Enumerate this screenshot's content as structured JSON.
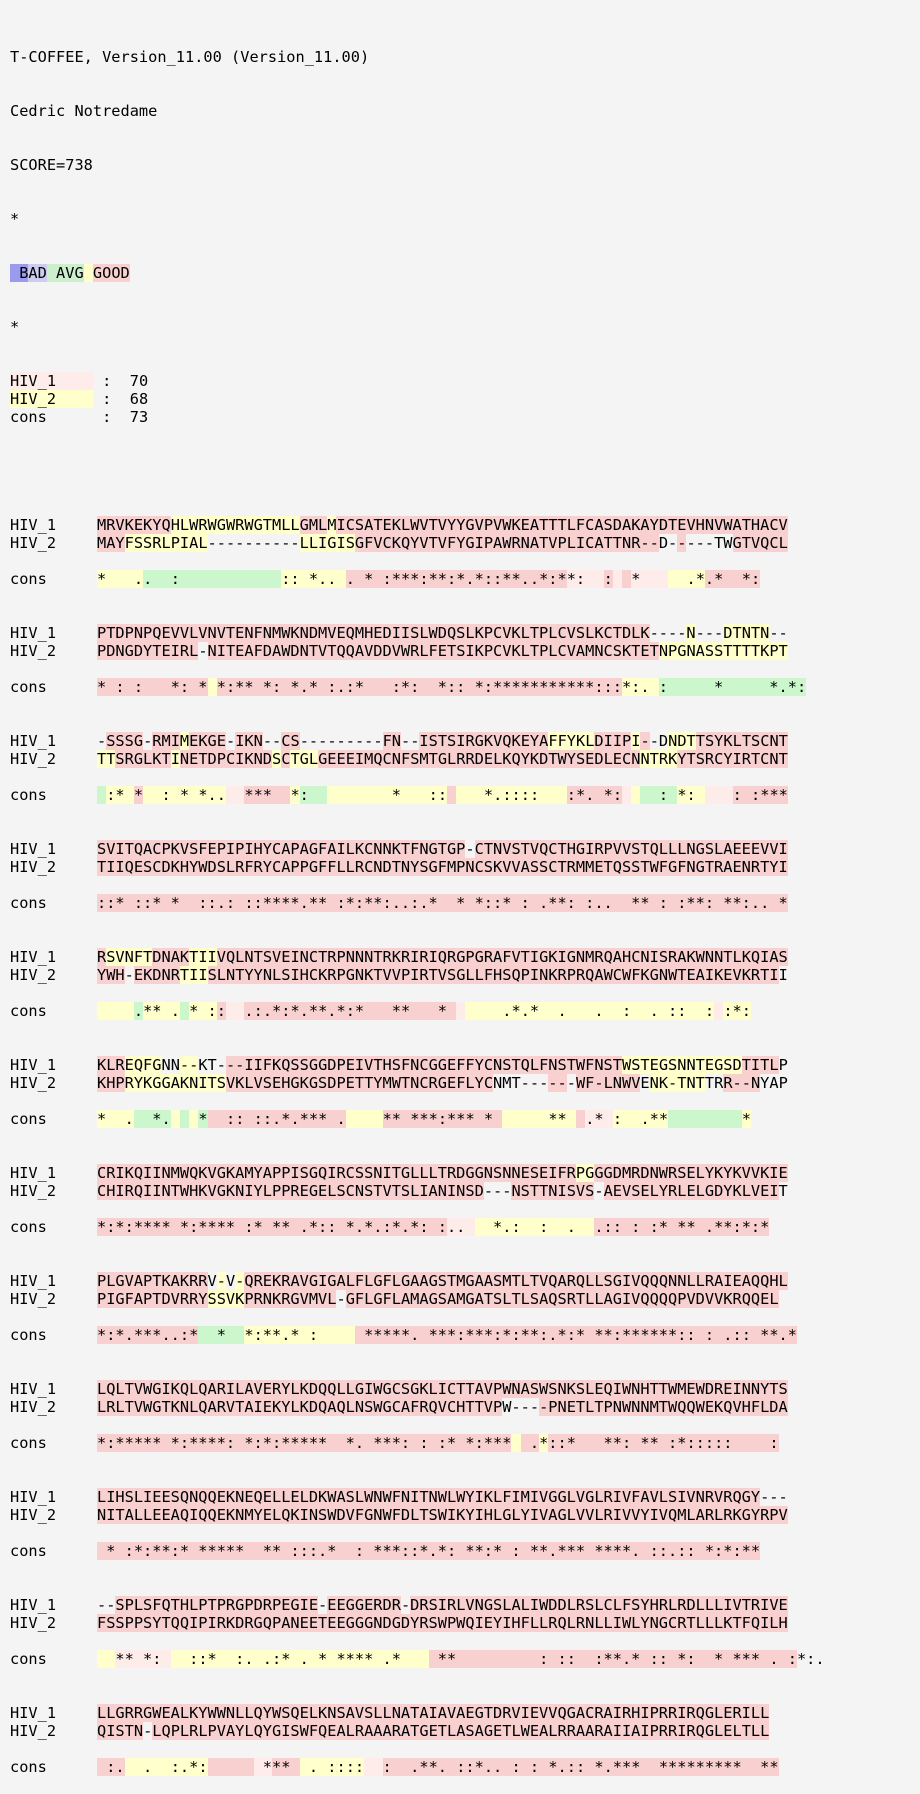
{
  "header": {
    "program": "T-COFFEE, Version_11.00 (Version_11.00)",
    "author": "Cedric Notredame",
    "score": "SCORE=738",
    "star1": "*",
    "legend": " BAD AVG GOOD",
    "star2": "*"
  },
  "colors": {
    "background": "#f4f4f4",
    "scale": [
      "#9a9aee",
      "#ccccee",
      "#cceecc",
      "#ccf6cc",
      "#ffffcc",
      "#fcfcb8",
      "#fdecea",
      "#f8d0d0",
      "#f6c6c6",
      "#f4c0c0"
    ]
  },
  "scores": [
    {
      "label": "HIV_1     :  70",
      "level": 6
    },
    {
      "label": "HIV_2     :  68",
      "level": 4
    },
    {
      "label": "cons      :  73",
      "level": null
    }
  ],
  "blocks": [
    {
      "rows": [
        {
          "name": "HIV_1",
          "seq": "MRVKEKYQHLWRWGWRWGTMLLGMLMICSATEKLWVTVYYGVPVWKEATTTLFCASDAKAYDTEVHNVWATHACV",
          "color": "7777777744444444444444777477777777777777777777777777777777777777777777777777"
        },
        {
          "name": "HIV_2",
          "seq": "MAYFSSRLPIAL----------LLIGISGFVCKQYVTVFYGIPAWRNATVPLICATTNR--D-----TWGTVQCL",
          "color": "777444444444----------444444777777777777777777777777777777777--7-----7777777"
        },
        {
          "name": "cons",
          "seq": "*   ..  :           :: *.. . * :***:**:*.*::**..*:**:  :  *     .*.*  *:",
          "color": "4444433333333333333344444447777777777777777777777776666767666644447777777"
        }
      ]
    },
    {
      "rows": [
        {
          "name": "HIV_1",
          "seq": "PTDPNPQEVVLVNVTENFNMWKNDMVEQMHEDIISLWDQSLKPCVKLTPLCVSLKCTDLK----N---DTNTN--",
          "color": "777777777777777777777777777777777777777777777777777777777777----4---44444--"
        },
        {
          "name": "HIV_2",
          "seq": "PDNGDYTEIRL-NITEAFDAWDNTVTQQAVDDVWRLFETSIKPCVKLTPLCVAMNCSKTETNPGNASSTTTTKPT",
          "color": "77777777777-777777777777777777777777777777777777777777777777744444444444444"
        },
        {
          "name": "cons",
          "seq": "* : :   *: * *:** *: *.* :.:*   :*:  *:: *:***********:::*:. :     *     *.*:",
          "color": "777777777777477777777777777777777777777777777777777777777444433333333333333333"
        }
      ]
    },
    {
      "rows": [
        {
          "name": "HIV_1",
          "seq": "-SSSG-RMIMEKGE-IKN--CS---------FN--ISTSIRGKVQKEYAFFYKLDIIPI--DNDTTSYKLTSCNT",
          "color": "-7777-77747777-777--77---------77--7777777777777744444777747--44477777777777"
        },
        {
          "name": "HIV_2",
          "seq": "TTSRGLKTINETDPCIKNDSCTGLGEEEIMQCNFSMTGLRRDELKQYKDTWYSEDLECNNTRKYTSRCYIRTCNT",
          "color": "44777777477777777774744477777777777777777777777777777777777444477777777777777"
        },
        {
          "name": "cons",
          "seq": " :* *  : * *..  ***  *:         *   ::    *.::::   :*. *:    : *:    : :***",
          "color": "3444744444444466777774333444444444444474444444444447777776433334446667777777"
        }
      ]
    },
    {
      "rows": [
        {
          "name": "HIV_1",
          "seq": "SVITQACPKVSFEPIPIHYCAPAGFAILKCNNKTFNGTGP-CTNVSTVQCTHGIRPVVSTQLLLNGSLAEEEVVI",
          "color": "7777777777777777777777777777777777777777-77777777777777777777777777777777777"
        },
        {
          "name": "HIV_2",
          "seq": "TIIQESCDKHYWDSLRFRYCAPPGFFLLRCNDTNYSGFMPNCSKVVASSCTRMMETQSSTWFGFNGTRAENRTYI",
          "color": "777777777777777777777777777777777777777777777777777777777777777777777777777"
        },
        {
          "name": "cons",
          "seq": "::* ::* *  ::.: ::****.** :*:**:..:.*  * *::* : .**: :..  ** : :**: **:.. *",
          "color": "777777777777777777777777777777777777777777777777777777777777777777777777777"
        }
      ]
    },
    {
      "rows": [
        {
          "name": "HIV_1",
          "seq": "RSVNFTDNAKTIIVQLNTSVEINCTRPNNNTRKRIRIQRGPGRAFVTIGKIGNMRQAHCNISRAKWNNTLKQIAS",
          "color": "744444777744477777777777777777777777777777777777777777777777777777777777777"
        },
        {
          "name": "HIV_2",
          "seq": "YWH-EKDNRTIISLNTYYNLSIHCKRPGNKTVVPIRTVSGLLFHSQPINKRPRQAWCWFKGNWTEAIKEVKRTII",
          "color": "777-7777744477777777777777777777777777777777777777777777777777777777777777"
        },
        {
          "name": "cons",
          "seq": "    .** . * ::  .:.*:*.**.*:*   **   *      .*.*  .   .  :  . ::  : :*:",
          "color": "444434444344476677777777777777777777777644444444444444444444444444464444444"
        }
      ]
    },
    {
      "rows": [
        {
          "name": "HIV_1",
          "seq": "KLREQFGNN--KT---IIFKQSSGGDPEIVTHSFNCGGEFFYCNSTQLFNSTWFNSTWSTEGSNNTEGSDTITLP",
          "color": "7774444--44---777777777777777777777777777777777777777777744444444444447777"
        },
        {
          "name": "HIV_2",
          "seq": "KHPRYKGGAKNITSVKLVSEHGKGSDPETTYMWTNCRGEFLYCNMT------WF-LNWVENK-TNTTRR--NYAP",
          "color": "7774444444444477777777777777777777777777777------77-7777777-444444--7777"
        },
        {
          "name": "cons",
          "seq": "*  .  *.   *  :: ::.*.*** .    ** ***:*** *      **  .* :  .**        *",
          "color": "44443333434377777777777777744447777777777777444444447666444444333333334477"
        }
      ]
    },
    {
      "rows": [
        {
          "name": "HIV_1",
          "seq": "CRIKQIINMWQKVGKAMYAPPISGQIRCSSNITGLLLTRDGGNSNNESEIFRPGGGDMRDNWRSELYKYKVVKIE",
          "color": "777777777777777777777777777777777777777777777777777744777777777777777777777"
        },
        {
          "name": "HIV_2",
          "seq": "CHIRQIINTWHKVGKNIYLPPREGELSCNSTVTSLIANINSD---NSTTNISVS-AEVSELYRLELGDYKLVEIT",
          "color": "777777777777777777777777777777777777777777---777777777-7777777777777777777"
        },
        {
          "name": "cons",
          "seq": "*:*:**** *:**** :* ** .*:: *.*.:*.*: :..   *.:  :  .  .:: : :* ** .**:*:*",
          "color": "777777777777777777777777777777777777776664444444444444777777777777777777777"
        }
      ]
    },
    {
      "rows": [
        {
          "name": "HIV_1",
          "seq": "PLGVAPTKAKRRV-V-QREKRAVGIGALFLGFLGAAGSTMGAASMTLTVQARQLLSGIVQQQNNLLRAIEAQQHL",
          "color": "777777777777-4-477777777777777777777777777777777777777777777777777777777777"
        },
        {
          "name": "HIV_2",
          "seq": "PIGFAPTDVRRYSSVKPRNKRGVMVL-GFLGFLAMAGSAMGATSLTLSAQSRTLLAGIVQQQQPVDVVKRQQEL",
          "color": "77777777777744447777777777-77777777777777777777777777777777777777777777777"
        },
        {
          "name": "cons",
          "seq": "*:*.***..:*  *  *:**.* :     *****. ***:***:*:**:.*:* **:******:: : .:: **.*",
          "color": "77777777777333334444444444447777777777777777777777777777777777777777777777777"
        }
      ]
    },
    {
      "rows": [
        {
          "name": "HIV_1",
          "seq": "LQLTVWGIKQLQARILAVERYLKDQQLLGIWGCSGKLICTTAVPWNASWSNKSLEQIWNHTTWMEWDREINNYTS",
          "color": "777777777777777777777777777777777777777777777777777777777777777777777777777"
        },
        {
          "name": "HIV_2",
          "seq": "LRLTVWGTKNLQARVTAIEKYLKDQAQLNSWGCAFRQVCHTTVPW----PNETLTPNWNNMTWQQWEKQVHFLDA",
          "color": "77777777777777777777777777777777777777777777----777777777777777777777777777"
        },
        {
          "name": "cons",
          "seq": "*:***** *:****: *:*:*****  *. ***: : :* *:***  .*::*   **: ** :*:::::    :",
          "color": "777777777777777777777777777777777777777777777477477777777777777777777777777"
        }
      ]
    },
    {
      "rows": [
        {
          "name": "HIV_1",
          "seq": "LIHSLIEESQNQQEKNEQELLELDKWASLWNWFNITNWLWYIKLFIMIVGGLVGLRIVFAVLSIVNRVRQGY---",
          "color": "777777777777777777777777777777777777777777777777777777777777777777777777---"
        },
        {
          "name": "HIV_2",
          "seq": "NITALLEEAQIQQEKNMYELQKINSWDVFGNWFDLTSWIKYIHLGLYIVAGLVVLRIVVYIVQMLARLRKGYRPV",
          "color": "777777777777777777777777777777777777777777777777777777777777777777777777777"
        },
        {
          "name": "cons",
          "seq": " * :*:**:* *****  ** :::.*  : ***::*.*: **:* : **.*** ****. ::.:: *:*:**",
          "color": "777777777777777777777777777777777777777777777777777777777777777777777777774444"
        }
      ]
    },
    {
      "rows": [
        {
          "name": "HIV_1",
          "seq": "--SPLSFQTHLPTPRGPDRPEGIE-EEGGERDR-DRSIRLVNGSLALIWDDLRSLCLFSYHRLRDLLLIVTRIVE",
          "color": "--7777777777777777777777-77777777-777777777777777777777777777777777777777777"
        },
        {
          "name": "HIV_2",
          "seq": "FSSPPSYTQQIPIRKDRGQPANEETEEGGGNDGDYRSWPWQIEYIHFLLRQLRNLLIWLYNGCRTLLLKTFQILH",
          "color": "777777777777777777777777777777777777777777777777777777777777777777777777777"
        },
        {
          "name": "cons",
          "seq": "  ** *:   ::*  :. .:* . * **** .*    **         : ::  :**.* :: *:  * *** . :*:.",
          "color": "4466666644444444444444444444444444447777777777777777777777777777777777777777"
        }
      ]
    },
    {
      "rows": [
        {
          "name": "HIV_1",
          "seq": "LLGRRGWEALKYWWNLLQYWSQELKNSAVSLLNATAIAVAEGTDRVIEVVQGACRAIRHIPRRIRQGLERILL",
          "color": "77777777777777777777777777777777777777777777777777777777777777777777777777"
        },
        {
          "name": "HIV_2",
          "seq": "QISTN-LQPLRLPVAYLQYGISWFQEALRAAARATGETLASAGETLWEALRRAARAIIAIPRRIRQGLELTLL",
          "color": "77777-77777777777777777777777777777777777777777777777777777777777777777777"
        },
        {
          "name": "cons",
          "seq": " :.  .  :.*:      ***  . ::::  :  .**. ::*.. : : *.:: *.***  *********  **",
          "color": "777444444444777776677744444446677777777777777777777777777777777777777777777"
        }
      ]
    }
  ]
}
